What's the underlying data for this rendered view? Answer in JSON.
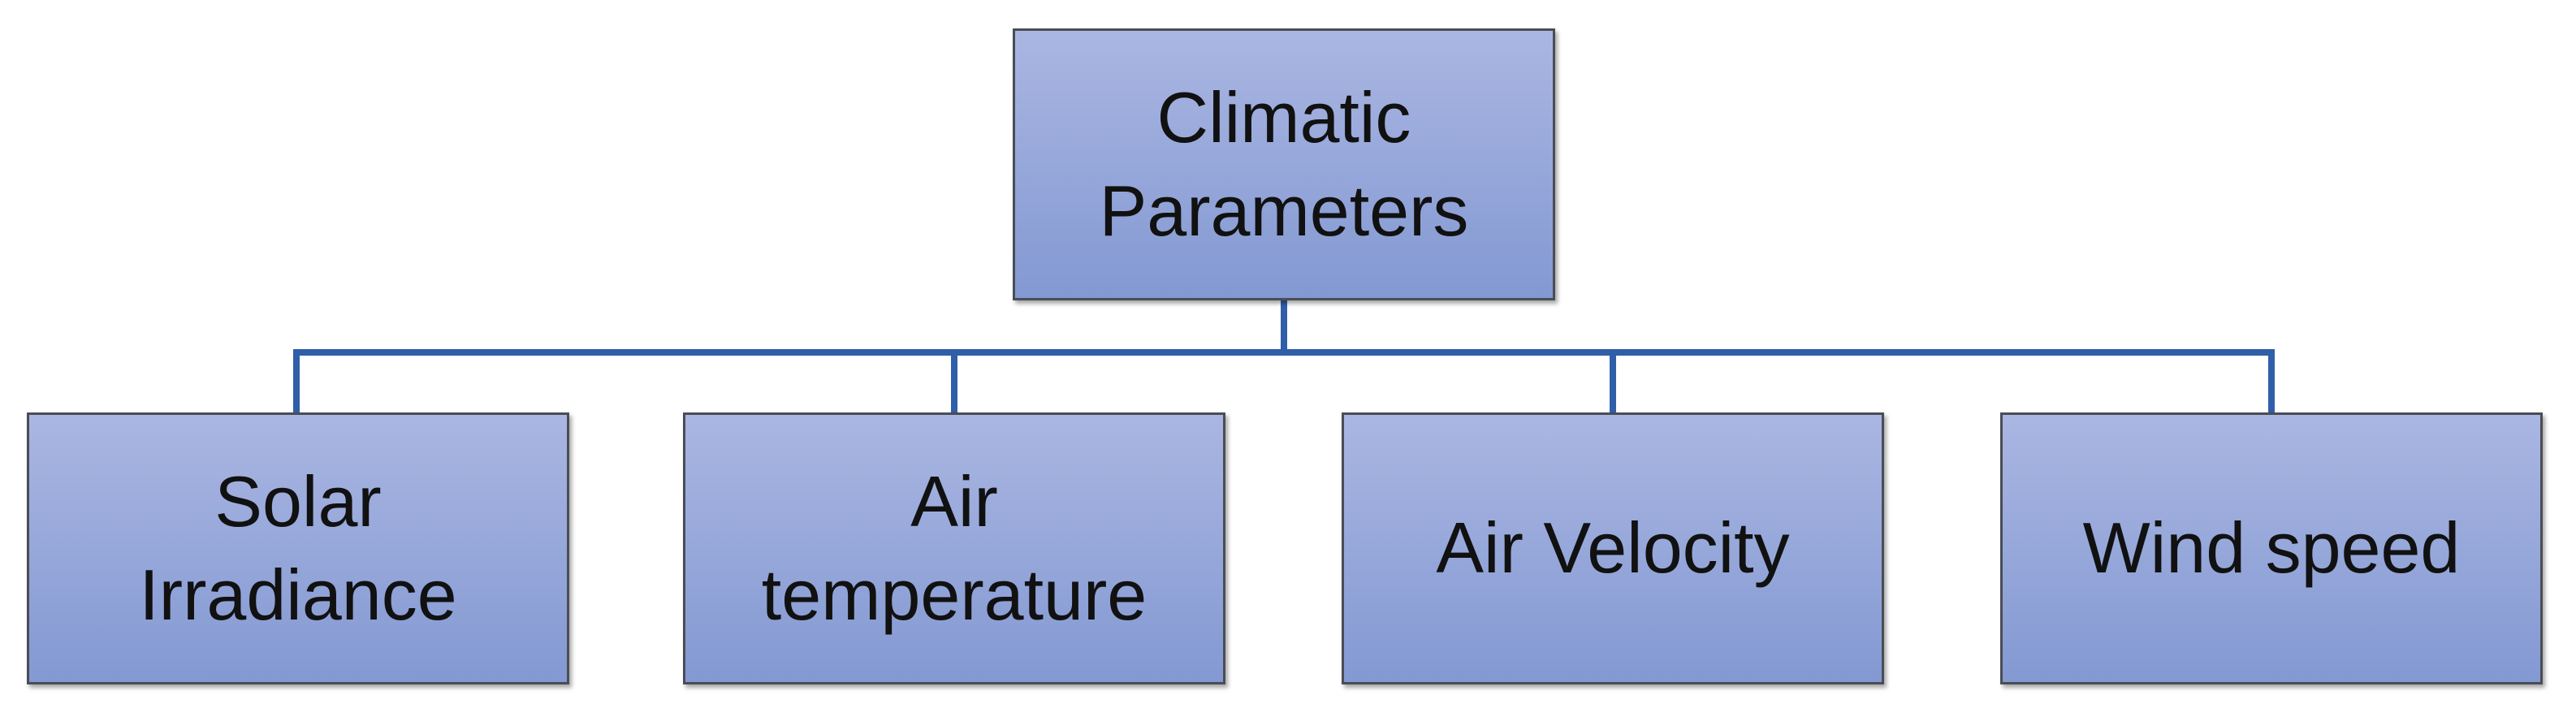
{
  "diagram": {
    "root": {
      "label": "Climatic\nParameters"
    },
    "children": [
      {
        "label": "Solar\nIrradiance"
      },
      {
        "label": "Air\ntemperature"
      },
      {
        "label": "Air Velocity"
      },
      {
        "label": "Wind speed"
      }
    ],
    "colors": {
      "box_fill_top": "#aab6e2",
      "box_fill_bottom": "#8399d2",
      "box_border": "#4a4d55",
      "connector": "#2f5fa8"
    }
  }
}
